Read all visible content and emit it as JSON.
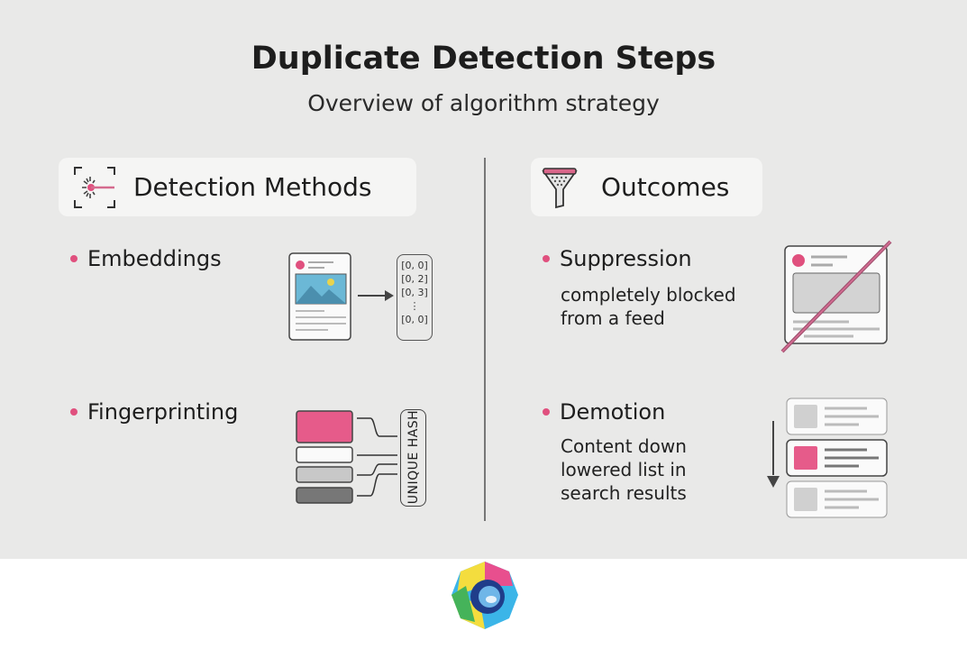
{
  "title": "Duplicate Detection Steps",
  "subtitle": "Overview of algorithm strategy",
  "left": {
    "header": "Detection Methods",
    "icon": "scan-focus-icon",
    "items": [
      {
        "label": "Embeddings",
        "vector": [
          "[0, 0]",
          "[0, 2]",
          "[0, 3]",
          "⋮",
          "[0, 0]"
        ]
      },
      {
        "label": "Fingerprinting",
        "hash_label": "UNIQUE HASH"
      }
    ]
  },
  "right": {
    "header": "Outcomes",
    "icon": "funnel-icon",
    "items": [
      {
        "label": "Suppression",
        "desc": [
          "completely blocked",
          "from a feed"
        ]
      },
      {
        "label": "Demotion",
        "desc": [
          "Content down",
          "lowered list in",
          "search results"
        ]
      }
    ]
  },
  "colors": {
    "accent": "#e0507e",
    "background": "#e9e9e8"
  }
}
